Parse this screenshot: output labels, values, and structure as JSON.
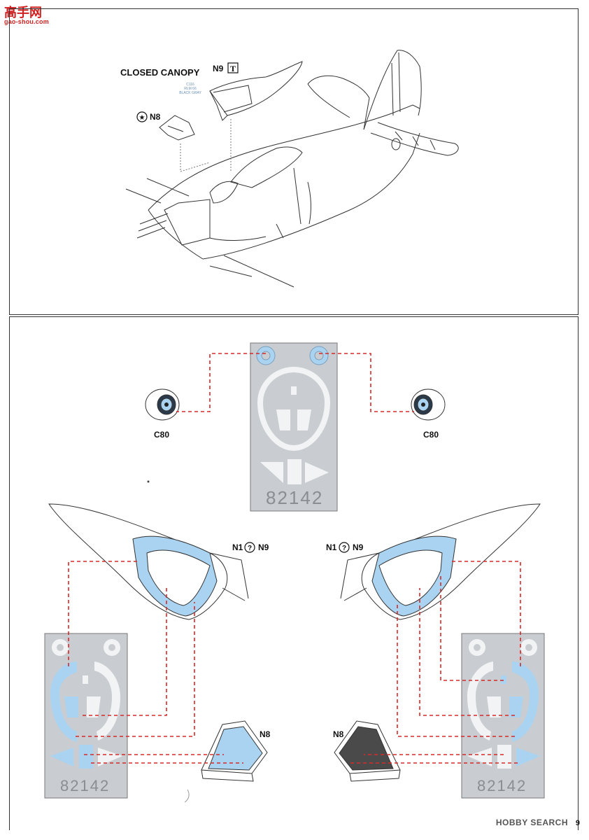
{
  "watermark": {
    "logo": "高手网",
    "url": "gao-shou.com"
  },
  "top_panel": {
    "heading": "CLOSED CANOPY",
    "callout_n9": "N9",
    "callout_n8": "N8",
    "paint_code": "C116",
    "paint_name_1": "RLM 66",
    "paint_name_2": "BLACK GRAY"
  },
  "bottom_panel": {
    "wheel_left_label": "C80",
    "wheel_right_label": "C80",
    "mask_sheet_number": "82142",
    "canopy_left_label_a": "N1",
    "canopy_left_label_b": "N9",
    "canopy_right_label_a": "N1",
    "canopy_right_label_b": "N9",
    "windscreen_left_label": "N8",
    "windscreen_right_label": "N8",
    "left_sheet_number": "82142",
    "right_sheet_number": "82142"
  },
  "footer": {
    "brand": "HOBBY SEARCH",
    "page_number": "9"
  },
  "colors": {
    "mask_blue": "#a9d3f0",
    "guide_red": "#d62a2a",
    "sheet_gray": "#c9cdd1"
  }
}
